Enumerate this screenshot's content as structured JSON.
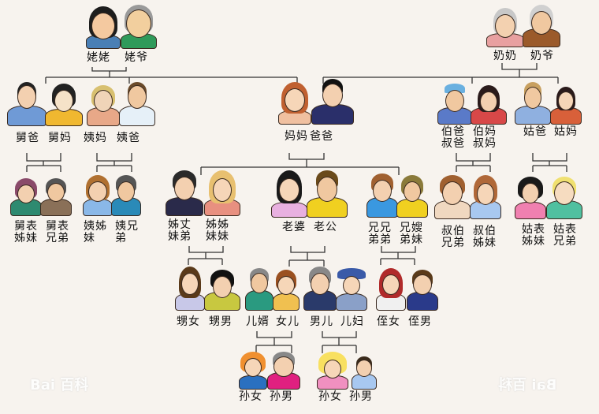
{
  "diagram": {
    "title": "Chinese family relationship tree",
    "generations": {
      "g1_maternal": {
        "left": "姥姥",
        "right": "姥爷"
      },
      "g1_paternal": {
        "left": "奶奶",
        "right": "奶爷"
      },
      "g2": [
        {
          "id": "jiu",
          "left": "舅爸",
          "right": "舅妈"
        },
        {
          "id": "yi",
          "left": "姨妈",
          "right": "姨爸"
        },
        {
          "id": "parents",
          "left": "妈妈",
          "right": "爸爸"
        },
        {
          "id": "bo",
          "left": "伯爸\n叔爸",
          "right": "伯妈\n叔妈"
        },
        {
          "id": "gu",
          "left": "姑爸",
          "right": "姑妈"
        }
      ],
      "g3": [
        {
          "id": "jiu_kids",
          "left": "舅表\n姊妹",
          "right": "舅表\n兄弟"
        },
        {
          "id": "yi_kids",
          "left": "姨姊\n妹",
          "right": "姨兄\n弟"
        },
        {
          "id": "sister",
          "left": "姊丈\n妹弟",
          "right": "姊姊\n妹妹"
        },
        {
          "id": "self",
          "left": "老婆",
          "right": "老公"
        },
        {
          "id": "brother",
          "left": "兄兄\n弟弟",
          "right": "兄嫂\n弟妹"
        },
        {
          "id": "bo_kids",
          "left": "叔伯\n兄弟",
          "right": "叔伯\n姊妹"
        },
        {
          "id": "gu_kids",
          "left": "姑表\n姊妹",
          "right": "姑表\n兄弟"
        }
      ],
      "g4": [
        {
          "id": "sister_kids",
          "left": "甥女",
          "right": "甥男"
        },
        {
          "id": "daughter",
          "left": "儿婿",
          "right": "女儿"
        },
        {
          "id": "son",
          "left": "男儿",
          "right": "儿妇"
        },
        {
          "id": "brother_kids",
          "left": "侄女",
          "right": "侄男"
        }
      ],
      "g5": [
        {
          "id": "daughter_kids",
          "left": "孙女",
          "right": "孙男"
        },
        {
          "id": "son_kids",
          "left": "孙女",
          "right": "孙男"
        }
      ]
    },
    "watermarks": {
      "left": "Bai 百科",
      "right": "Bai 百科"
    },
    "colors": {
      "line": "#333333",
      "background": "#f7f3ee"
    }
  }
}
